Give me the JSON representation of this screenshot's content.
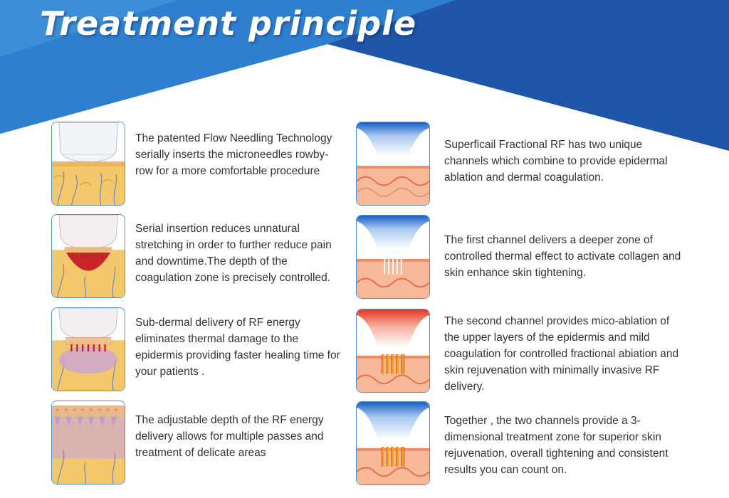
{
  "title": "Treatment principle",
  "colors": {
    "banner_dark": "#1f56a8",
    "banner_light": "#2f7fd0",
    "frame_border": "#4e8fce",
    "text": "#333333"
  },
  "left_items": [
    {
      "text": "The patented Flow Needling Technology serially inserts the microneedles rowby-row for a more comfortable procedure",
      "icon": "skin-applicator-icon"
    },
    {
      "text": "Serial insertion reduces unnatural stretching in order to further reduce pain and downtime.The depth of the coagulation zone is precisely controlled.",
      "icon": "coagulation-zone-icon"
    },
    {
      "text": "Sub-dermal delivery of RF energy eliminates thermal damage to the epidermis providing faster healing time for your patients .",
      "icon": "subdermal-rf-icon"
    },
    {
      "text": "The adjustable depth of the RF energy delivery allows for multiple passes and treatment of delicate areas",
      "icon": "adjustable-depth-icon"
    }
  ],
  "right_items": [
    {
      "text": "Superficail Fractional RF has two unique channels which combine to provide epidermal ablation and dermal coagulation.",
      "icon": "fractional-rf-tip-icon"
    },
    {
      "text": "The first channel delivers a deeper zone of controlled thermal effect to activate collagen and skin enhance skin tightening.",
      "icon": "first-channel-icon"
    },
    {
      "text": "The second channel provides mico-ablation of the upper layers of the epidermis and mild coagulation for controlled fractional abiation and skin rejuvenation with minimally invasive RF delivery.",
      "icon": "second-channel-icon"
    },
    {
      "text": "Together , the two channels provide a 3-dimensional treatment zone for superior skin rejuvenation, overall tightening and consistent results you can count on.",
      "icon": "combined-channels-icon"
    }
  ]
}
